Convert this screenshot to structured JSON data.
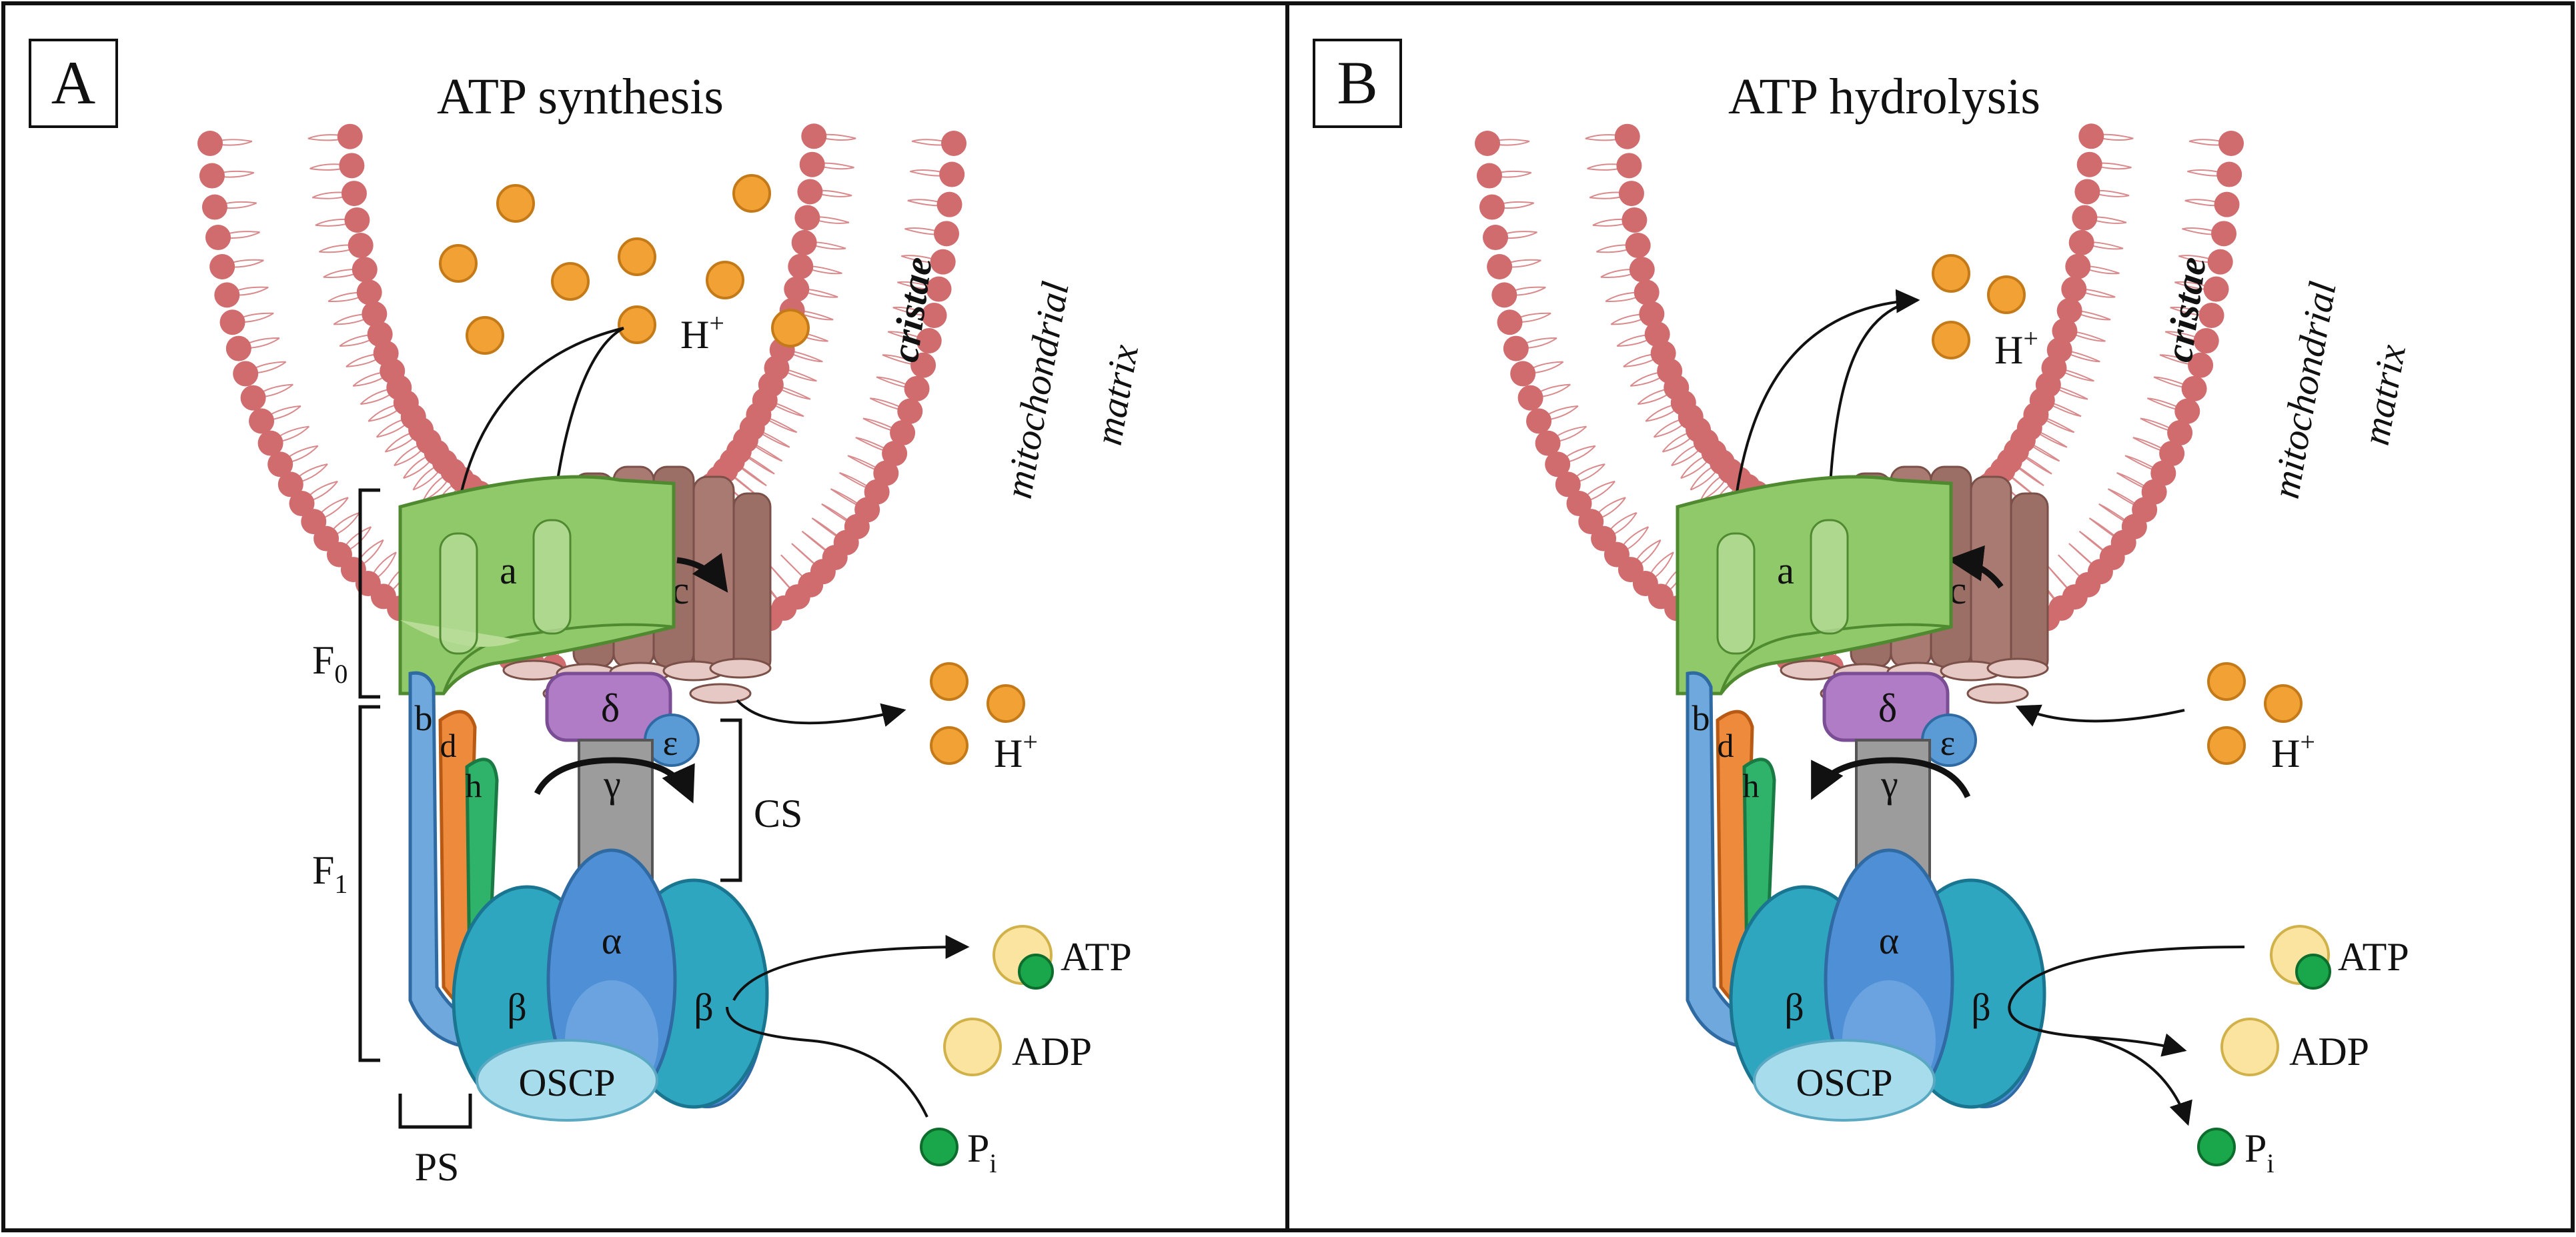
{
  "panels": [
    {
      "letter": "A",
      "title": "ATP synthesis",
      "cristae": "cristae",
      "matrix": [
        "mitochondrial",
        "matrix"
      ],
      "proton_upper": "H",
      "proton_lower": "H",
      "proton_charge": "+",
      "fo_label": "F",
      "fo_sub": "0",
      "f1_label": "F",
      "f1_sub": "1",
      "cs_label": "CS",
      "ps_label": "PS",
      "subunits": {
        "a": "a",
        "c": "c",
        "delta": "δ",
        "epsilon": "ε",
        "gamma": "γ",
        "alpha": "α",
        "beta": "β",
        "b": "b",
        "d": "d",
        "h": "h",
        "oscp": "OSCP"
      },
      "atp": "ATP",
      "adp": "ADP",
      "pi": "P",
      "pi_sub": "i"
    },
    {
      "letter": "B",
      "title": "ATP hydrolysis",
      "cristae": "cristae",
      "matrix": [
        "mitochondrial",
        "matrix"
      ],
      "proton_upper": "H",
      "proton_lower": "H",
      "proton_charge": "+",
      "subunits": {
        "a": "a",
        "c": "c",
        "delta": "δ",
        "epsilon": "ε",
        "gamma": "γ",
        "alpha": "α",
        "beta": "β",
        "b": "b",
        "d": "d",
        "h": "h",
        "oscp": "OSCP"
      },
      "atp": "ATP",
      "adp": "ADP",
      "pi": "P",
      "pi_sub": "i"
    }
  ],
  "colors": {
    "membrane_head": "#d06b6e",
    "membrane_tail": "#d98a8c",
    "proton": "#f2a234",
    "subunit_a": "#8fc96a",
    "subunit_c": "#a87a72",
    "subunit_delta": "#b07cc6",
    "subunit_epsilon": "#5b9bd5",
    "stalk_gamma": "#9c9c9c",
    "alpha": "#4e8fd6",
    "beta": "#2fa6c0",
    "oscp": "#a6dcec",
    "subunit_b": "#6fa8dc",
    "subunit_d": "#ee8a3c",
    "subunit_h": "#2fb36a",
    "atp_adp": "#fbe4a0",
    "phosphate": "#1aa64a"
  }
}
